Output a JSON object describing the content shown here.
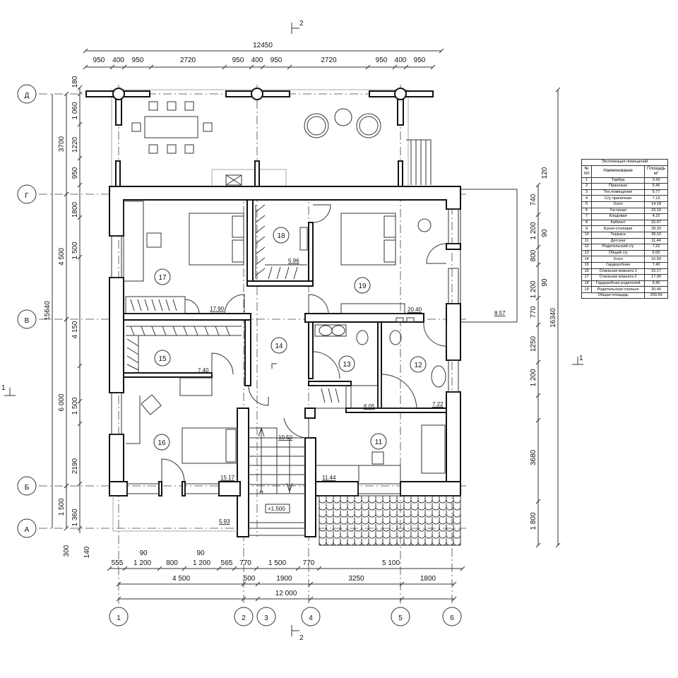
{
  "axes": {
    "letters": [
      "Д",
      "Г",
      "В",
      "Б",
      "А"
    ],
    "numbers": [
      "1",
      "2",
      "3",
      "4",
      "5",
      "6"
    ]
  },
  "section_marks": {
    "top": "2",
    "bottom": "2",
    "left": "1",
    "right": "1"
  },
  "dims": {
    "top_total": "12450",
    "top_chain": [
      "950",
      "400",
      "950",
      "2720",
      "950",
      "400",
      "950",
      "2720",
      "950",
      "400",
      "950"
    ],
    "left_total": "15640",
    "left_mid": [
      "3700",
      "4 500",
      "6 000",
      "1 500"
    ],
    "left_inner": [
      "180",
      "1 060",
      "1220",
      "950",
      "1800",
      "1 500",
      "4 150",
      "1 500",
      "2190",
      "1 360"
    ],
    "left_leaders": [
      "300",
      "140"
    ],
    "right_total": "16340",
    "right_chain": [
      "120",
      "740",
      "1 200",
      "800",
      "1 200",
      "770",
      "1250",
      "1 200",
      "3680",
      "1 800"
    ],
    "right_leaders": [
      "90",
      "90"
    ],
    "bottom_chain1": [
      "555",
      "1 200",
      "800",
      "1 200",
      "565",
      "770",
      "1 500",
      "770",
      "5 100"
    ],
    "bottom_leaders": [
      "90",
      "90"
    ],
    "bottom_chain2": [
      "4 500",
      "500",
      "1900",
      "3250",
      "1800"
    ],
    "bottom_total": "12 000"
  },
  "rooms": [
    {
      "num": "17",
      "area": "17.90"
    },
    {
      "num": "18",
      "area": "5.96"
    },
    {
      "num": "19",
      "area": "20.40"
    },
    {
      "num": "14",
      "area": "10.50"
    },
    {
      "num": "15",
      "area": "7.40"
    },
    {
      "num": "13",
      "area": "6.05"
    },
    {
      "num": "12",
      "area": "7.22"
    },
    {
      "num": "16",
      "area": "15.17"
    },
    {
      "num": "11",
      "area": "11.44"
    }
  ],
  "other_areas": {
    "terrace_bottom": "5.93",
    "balcony_right": "8.57"
  },
  "level_mark": "+1.500",
  "explication": {
    "title": "Экспликация помещений",
    "headers": [
      "№ п/п",
      "Наименование",
      "Площадь м²"
    ],
    "rows": [
      [
        "1",
        "Тамбур",
        "3.43"
      ],
      [
        "2",
        "Прихожая",
        "5.45"
      ],
      [
        "3",
        "Тех.помещение",
        "5.77"
      ],
      [
        "4",
        "С/у, прачечная",
        "7.13"
      ],
      [
        "5",
        "Холл",
        "14.18"
      ],
      [
        "6",
        "Гостиная",
        "23.10"
      ],
      [
        "7",
        "Кладовая",
        "4.22"
      ],
      [
        "8",
        "Кабинет",
        "16.97"
      ],
      [
        "9",
        "Кухня-столовая",
        "29.20"
      ],
      [
        "10",
        "Терраса",
        "39.10"
      ],
      [
        "11",
        "Детская",
        "11.44"
      ],
      [
        "12",
        "Родительский с/у",
        "7.22"
      ],
      [
        "13",
        "Общий с/у",
        "6.05"
      ],
      [
        "14",
        "Холл",
        "10.50"
      ],
      [
        "15",
        "Гардеробная",
        "7.40"
      ],
      [
        "16",
        "Спальная комната 1",
        "15.17"
      ],
      [
        "17",
        "Спальная комната 2",
        "17.90"
      ],
      [
        "18",
        "Гардеробная родителей",
        "5.96"
      ],
      [
        "19",
        "Родительская спальня",
        "20.40"
      ]
    ],
    "total_label": "Общая площадь",
    "total_value": "250.59"
  }
}
